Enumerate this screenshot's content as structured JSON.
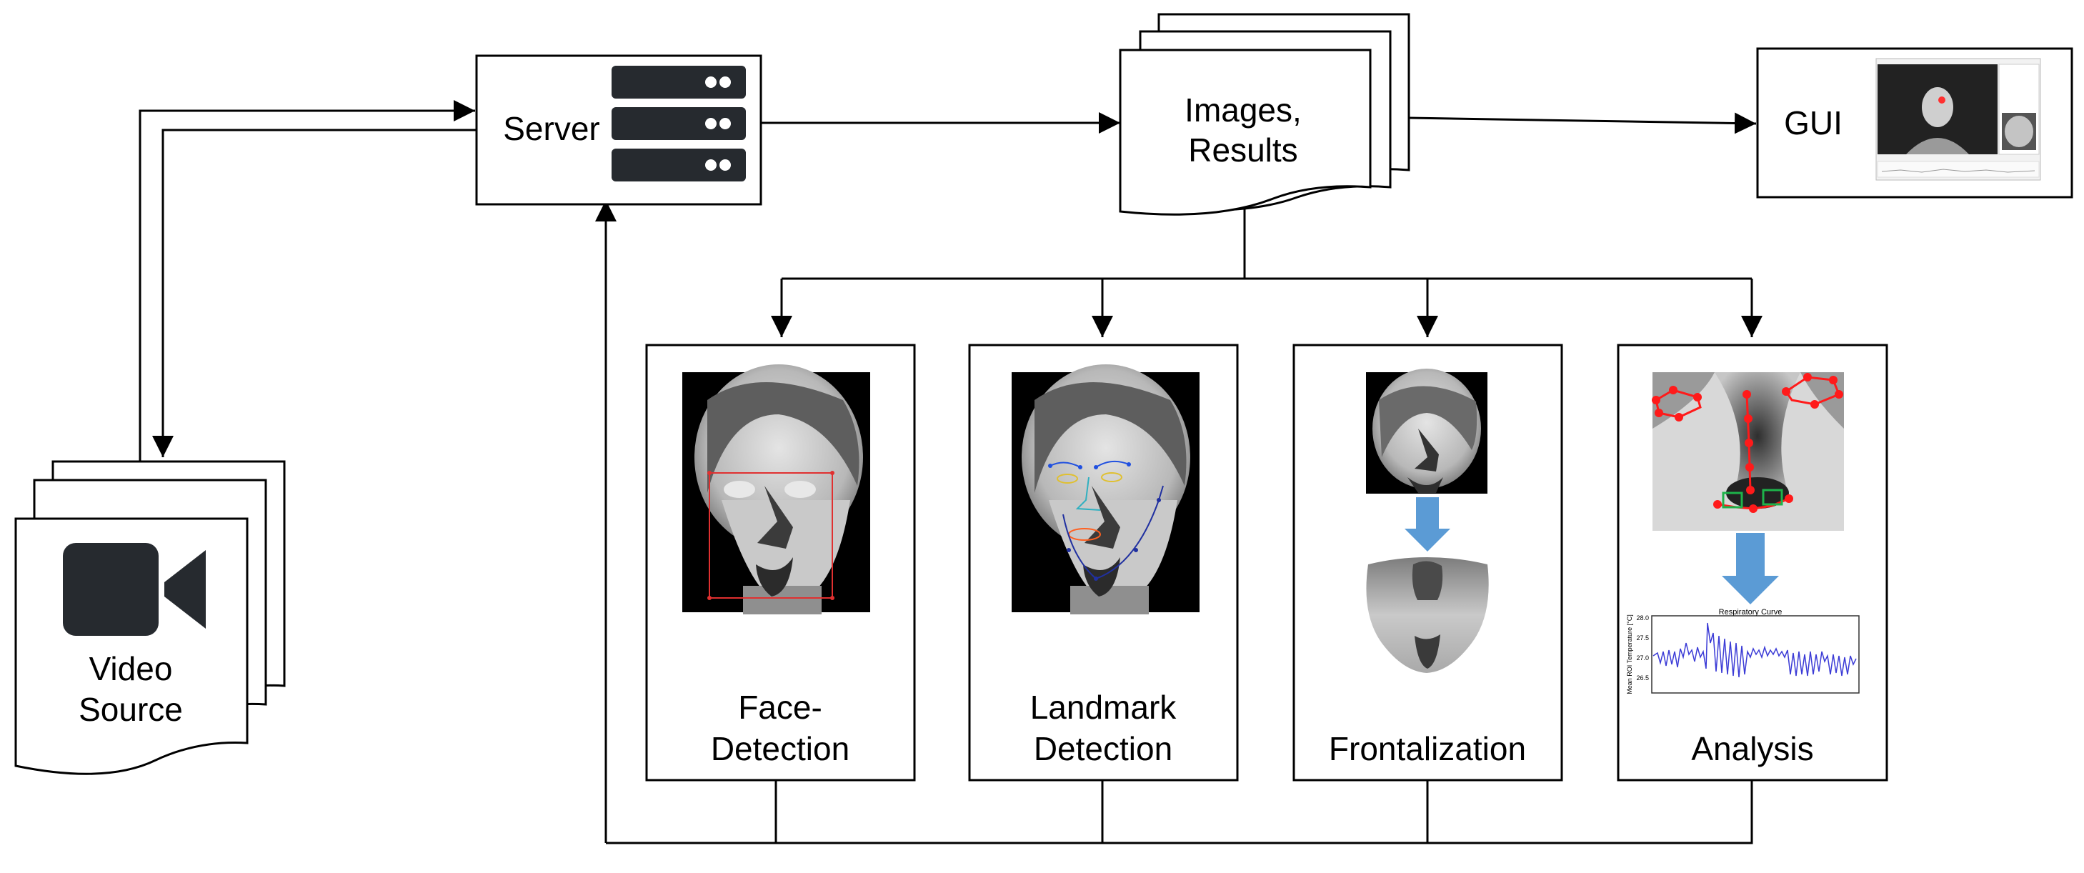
{
  "nodes": {
    "video_source": {
      "line1": "Video",
      "line2": "Source",
      "icon": "video-camera-icon"
    },
    "server": {
      "label": "Server",
      "icon": "server-rack-icon"
    },
    "images_results": {
      "line1": "Images,",
      "line2": "Results"
    },
    "gui": {
      "label": "GUI"
    },
    "face_detection": {
      "line1": "Face-",
      "line2": "Detection"
    },
    "landmark_detection": {
      "line1": "Landmark",
      "line2": "Detection"
    },
    "frontalization": {
      "label": "Frontalization"
    },
    "analysis": {
      "label": "Analysis"
    }
  },
  "respiratory_plot": {
    "title": "Respiratory Curve",
    "ylabel": "Mean ROI Temperature [°C]",
    "yticks": [
      "28.0",
      "27.5",
      "27.0",
      "26.5"
    ]
  },
  "colors": {
    "stroke": "#000000",
    "icon_dark": "#262a2f",
    "arrow_blue": "#5b9bd5",
    "bbox_red": "#e03030",
    "landmark_red": "#ff1a1a",
    "landmark_green": "#1db34a",
    "plot_line": "#3b3bd6"
  }
}
